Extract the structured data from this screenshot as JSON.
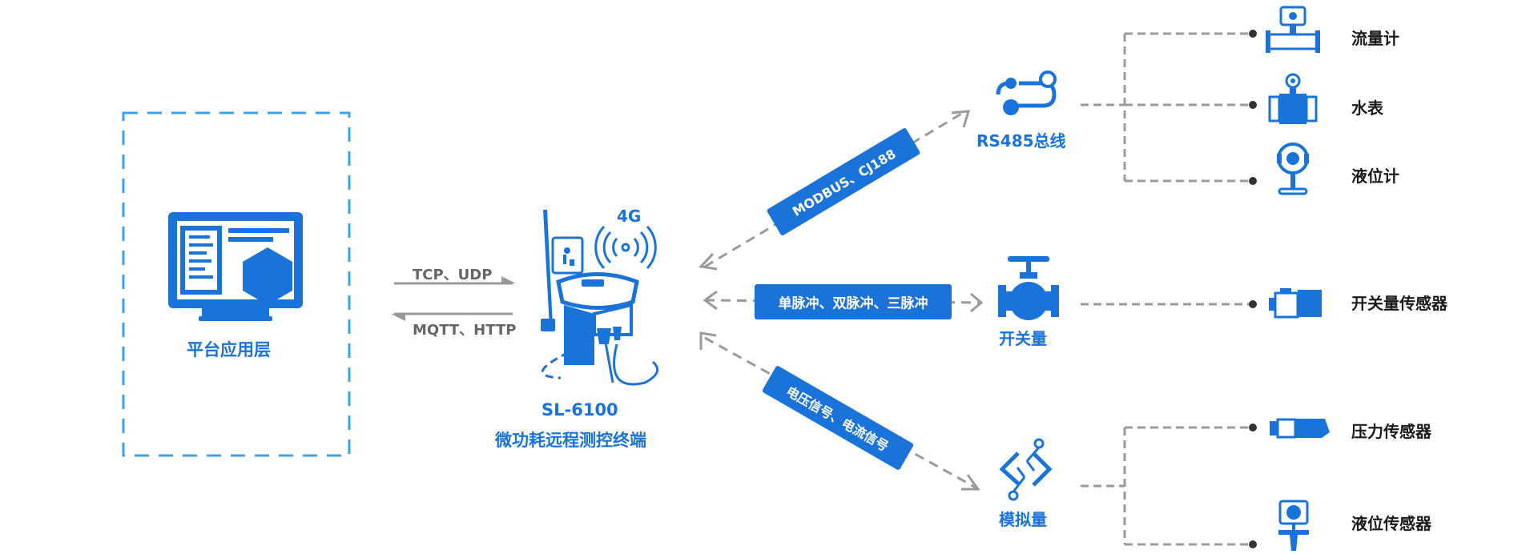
{
  "colors": {
    "primary": "#1a73d9",
    "dashed_border": "#3aa3f0",
    "connector": "#999999",
    "label_dark": "#1a1a1a",
    "label_protocol": "#666666"
  },
  "platform": {
    "label": "平台应用层",
    "icon": "monitor-icon"
  },
  "protocols": {
    "uplink": "TCP、UDP",
    "downlink": "MQTT、HTTP"
  },
  "terminal": {
    "signal_label": "4G",
    "model": "SL-6100",
    "name": "微功耗远程测控终端",
    "icon": "terminal-device-icon"
  },
  "interfaces": [
    {
      "badge": "MODBUS、CJ188",
      "label": "RS485总线",
      "icon": "bus-icon"
    },
    {
      "badge": "单脉冲、双脉冲、三脉冲",
      "label": "开关量",
      "icon": "valve-icon"
    },
    {
      "badge": "电压信号、电流信号",
      "label": "模拟量",
      "icon": "analog-icon"
    }
  ],
  "devices": {
    "rs485": [
      "流量计",
      "水表",
      "液位计"
    ],
    "switch": [
      "开关量传感器"
    ],
    "analog": [
      "压力传感器",
      "液位传感器"
    ]
  }
}
